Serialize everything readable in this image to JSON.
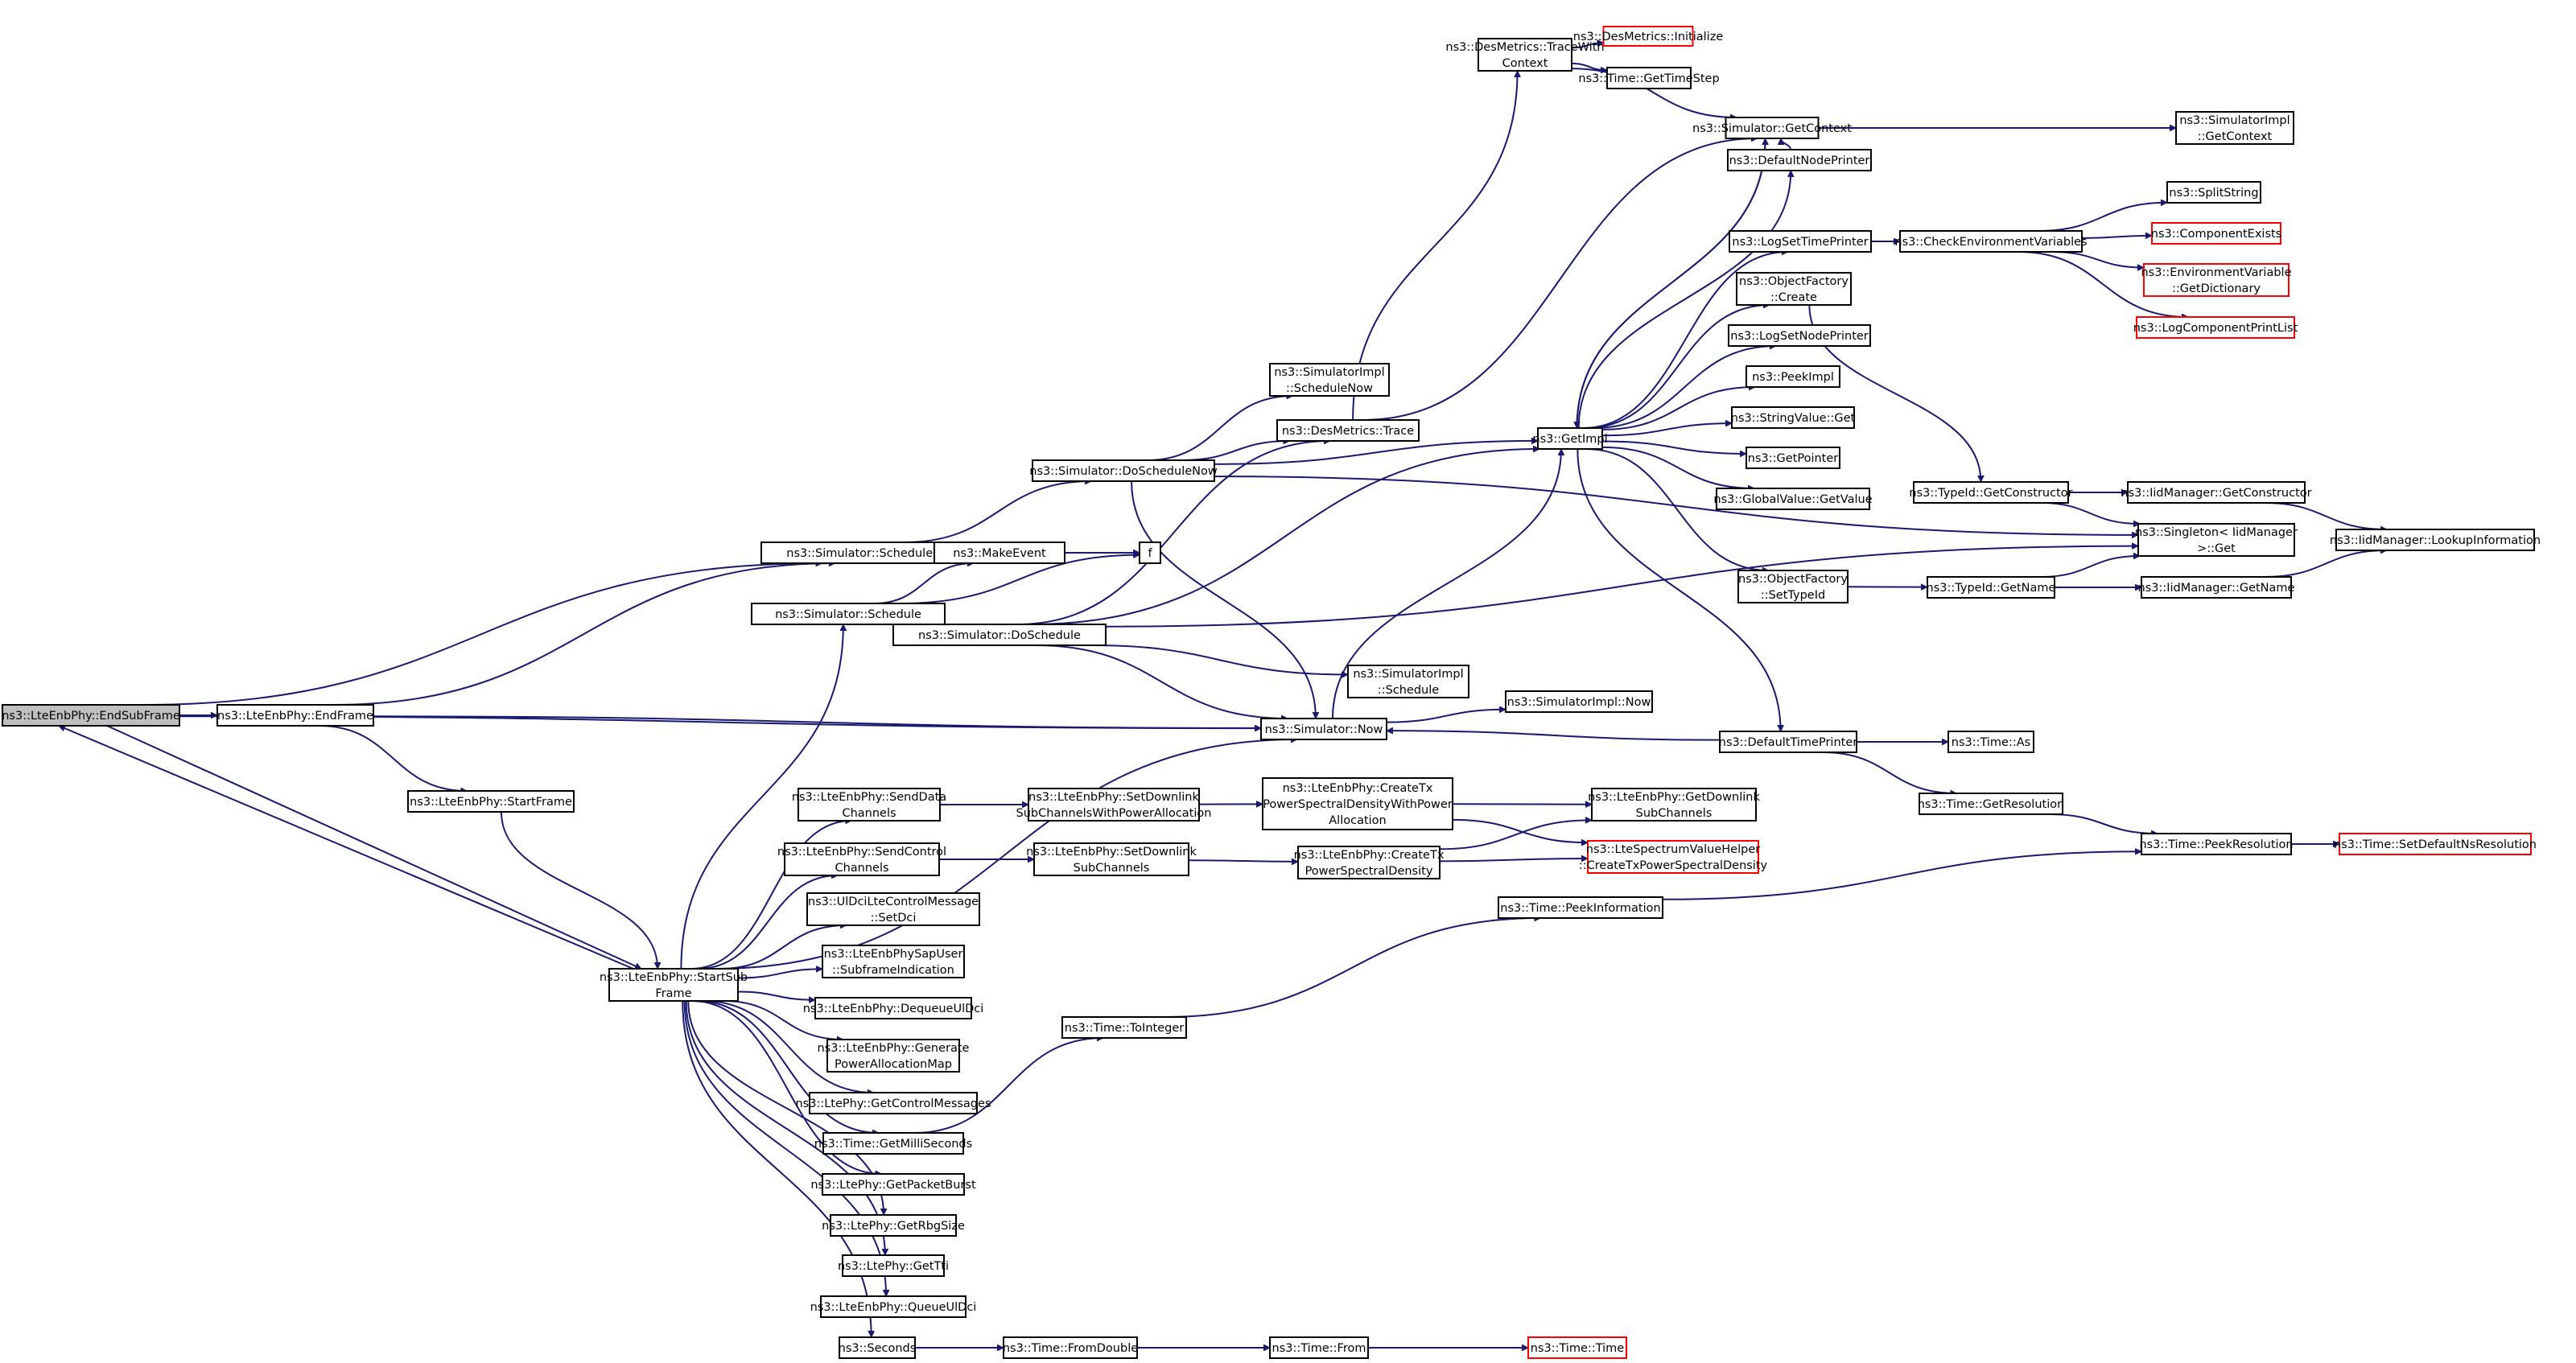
{
  "title": "Call graph for ns3::LteEnbPhy::EndSubFrame",
  "colors": {
    "edge": "#191970",
    "node_border": "#000000",
    "undocumented_border": "#ff0000",
    "root_fill": "#bfbfbf"
  },
  "nodes": [
    {
      "id": "EndSubFrame",
      "lines": [
        "ns3::LteEnbPhy::EndSubFrame"
      ],
      "kind": "root"
    },
    {
      "id": "EndFrame",
      "lines": [
        "ns3::LteEnbPhy::EndFrame"
      ]
    },
    {
      "id": "StartFrame",
      "lines": [
        "ns3::LteEnbPhy::StartFrame"
      ]
    },
    {
      "id": "StartSubFrame",
      "lines": [
        "ns3::LteEnbPhy::StartSub",
        "Frame"
      ]
    },
    {
      "id": "ScheduleNow",
      "lines": [
        "ns3::Simulator::ScheduleNow"
      ]
    },
    {
      "id": "Schedule",
      "lines": [
        "ns3::Simulator::Schedule"
      ]
    },
    {
      "id": "MakeEvent",
      "lines": [
        "ns3::MakeEvent"
      ]
    },
    {
      "id": "f",
      "lines": [
        "f"
      ]
    },
    {
      "id": "DoScheduleNow",
      "lines": [
        "ns3::Simulator::DoScheduleNow"
      ]
    },
    {
      "id": "DoSchedule",
      "lines": [
        "ns3::Simulator::DoSchedule"
      ]
    },
    {
      "id": "SimImplScheduleNow",
      "lines": [
        "ns3::SimulatorImpl",
        "::ScheduleNow"
      ]
    },
    {
      "id": "DesMetricsTrace",
      "lines": [
        "ns3::DesMetrics::Trace"
      ]
    },
    {
      "id": "SimImplSchedule",
      "lines": [
        "ns3::SimulatorImpl",
        "::Schedule"
      ]
    },
    {
      "id": "SimNow",
      "lines": [
        "ns3::Simulator::Now"
      ]
    },
    {
      "id": "SimImplNow",
      "lines": [
        "ns3::SimulatorImpl::Now"
      ]
    },
    {
      "id": "TraceWithContext",
      "lines": [
        "ns3::DesMetrics::TraceWith",
        "Context"
      ]
    },
    {
      "id": "DesInit",
      "lines": [
        "ns3::DesMetrics::Initialize"
      ],
      "kind": "undocumented"
    },
    {
      "id": "GetTimeStep",
      "lines": [
        "ns3::Time::GetTimeStep"
      ]
    },
    {
      "id": "GetContext",
      "lines": [
        "ns3::Simulator::GetContext"
      ]
    },
    {
      "id": "SimImplGetContext",
      "lines": [
        "ns3::SimulatorImpl",
        "::GetContext"
      ]
    },
    {
      "id": "GetImpl",
      "lines": [
        "ns3::GetImpl"
      ]
    },
    {
      "id": "DefaultNodePrinter",
      "lines": [
        "ns3::DefaultNodePrinter"
      ]
    },
    {
      "id": "LogSetTimePrinter",
      "lines": [
        "ns3::LogSetTimePrinter"
      ]
    },
    {
      "id": "ObjFactoryCreate",
      "lines": [
        "ns3::ObjectFactory",
        "::Create"
      ]
    },
    {
      "id": "LogSetNodePrinter",
      "lines": [
        "ns3::LogSetNodePrinter"
      ]
    },
    {
      "id": "PeekImpl",
      "lines": [
        "ns3::PeekImpl"
      ]
    },
    {
      "id": "StringValueGet",
      "lines": [
        "ns3::StringValue::Get"
      ]
    },
    {
      "id": "GetPointer",
      "lines": [
        "ns3::GetPointer"
      ]
    },
    {
      "id": "GlobalValueGetValue",
      "lines": [
        "ns3::GlobalValue::GetValue"
      ]
    },
    {
      "id": "ObjFactorySetTypeId",
      "lines": [
        "ns3::ObjectFactory",
        "::SetTypeId"
      ]
    },
    {
      "id": "DefaultTimePrinter",
      "lines": [
        "ns3::DefaultTimePrinter"
      ]
    },
    {
      "id": "CheckEnv",
      "lines": [
        "ns3::CheckEnvironmentVariables"
      ]
    },
    {
      "id": "SplitString",
      "lines": [
        "ns3::SplitString"
      ]
    },
    {
      "id": "ComponentExists",
      "lines": [
        "ns3::ComponentExists"
      ],
      "kind": "undocumented"
    },
    {
      "id": "EnvGetDictionary",
      "lines": [
        "ns3::EnvironmentVariable",
        "::GetDictionary"
      ],
      "kind": "undocumented"
    },
    {
      "id": "LogComponentPrintList",
      "lines": [
        "ns3::LogComponentPrintList"
      ],
      "kind": "undocumented"
    },
    {
      "id": "TypeIdGetConstructor",
      "lines": [
        "ns3::TypeId::GetConstructor"
      ]
    },
    {
      "id": "IidGetConstructor",
      "lines": [
        "ns3::IidManager::GetConstructor"
      ]
    },
    {
      "id": "SingletonGet",
      "lines": [
        "ns3::Singleton< IidManager",
        ">::Get"
      ]
    },
    {
      "id": "IidLookup",
      "lines": [
        "ns3::IidManager::LookupInformation"
      ]
    },
    {
      "id": "TypeIdGetName",
      "lines": [
        "ns3::TypeId::GetName"
      ]
    },
    {
      "id": "IidGetName",
      "lines": [
        "ns3::IidManager::GetName"
      ]
    },
    {
      "id": "TimeAs",
      "lines": [
        "ns3::Time::As"
      ]
    },
    {
      "id": "GetResolution",
      "lines": [
        "ns3::Time::GetResolution"
      ]
    },
    {
      "id": "PeekResolution",
      "lines": [
        "ns3::Time::PeekResolution"
      ]
    },
    {
      "id": "SetDefaultNsResolution",
      "lines": [
        "ns3::Time::SetDefaultNsResolution"
      ],
      "kind": "undocumented"
    },
    {
      "id": "SendDataChannels",
      "lines": [
        "ns3::LteEnbPhy::SendData",
        "Channels"
      ]
    },
    {
      "id": "SetDLSubChWPA",
      "lines": [
        "ns3::LteEnbPhy::SetDownlink",
        "SubChannelsWithPowerAllocation"
      ]
    },
    {
      "id": "CreateTxPSDWPA",
      "lines": [
        "ns3::LteEnbPhy::CreateTx",
        "PowerSpectralDensityWithPower",
        "Allocation"
      ]
    },
    {
      "id": "GetDLSubCh",
      "lines": [
        "ns3::LteEnbPhy::GetDownlink",
        "SubChannels"
      ]
    },
    {
      "id": "SendControlChannels",
      "lines": [
        "ns3::LteEnbPhy::SendControl",
        "Channels"
      ]
    },
    {
      "id": "SetDLSubCh",
      "lines": [
        "ns3::LteEnbPhy::SetDownlink",
        "SubChannels"
      ]
    },
    {
      "id": "CreateTxPSD",
      "lines": [
        "ns3::LteEnbPhy::CreateTx",
        "PowerSpectralDensity"
      ]
    },
    {
      "id": "LteSVHCreateTxPSD",
      "lines": [
        "ns3::LteSpectrumValueHelper",
        "::CreateTxPowerSpectralDensity"
      ],
      "kind": "undocumented"
    },
    {
      "id": "SetDci",
      "lines": [
        "ns3::UlDciLteControlMessage",
        "::SetDci"
      ]
    },
    {
      "id": "SubframeIndication",
      "lines": [
        "ns3::LteEnbPhySapUser",
        "::SubframeIndication"
      ]
    },
    {
      "id": "DequeueUlDci",
      "lines": [
        "ns3::LteEnbPhy::DequeueUlDci"
      ]
    },
    {
      "id": "GenPowerAllocMap",
      "lines": [
        "ns3::LteEnbPhy::Generate",
        "PowerAllocationMap"
      ]
    },
    {
      "id": "GetControlMessages",
      "lines": [
        "ns3::LtePhy::GetControlMessages"
      ]
    },
    {
      "id": "GetMilliSeconds",
      "lines": [
        "ns3::Time::GetMilliSeconds"
      ]
    },
    {
      "id": "GetPacketBurst",
      "lines": [
        "ns3::LtePhy::GetPacketBurst"
      ]
    },
    {
      "id": "GetRbgSize",
      "lines": [
        "ns3::LtePhy::GetRbgSize"
      ]
    },
    {
      "id": "GetTti",
      "lines": [
        "ns3::LtePhy::GetTti"
      ]
    },
    {
      "id": "QueueUlDci",
      "lines": [
        "ns3::LteEnbPhy::QueueUlDci"
      ]
    },
    {
      "id": "Seconds",
      "lines": [
        "ns3::Seconds"
      ]
    },
    {
      "id": "ToInteger",
      "lines": [
        "ns3::Time::ToInteger"
      ]
    },
    {
      "id": "PeekInformation",
      "lines": [
        "ns3::Time::PeekInformation"
      ]
    },
    {
      "id": "FromDouble",
      "lines": [
        "ns3::Time::FromDouble"
      ]
    },
    {
      "id": "TimeFrom",
      "lines": [
        "ns3::Time::From"
      ]
    },
    {
      "id": "TimeTime",
      "lines": [
        "ns3::Time::Time"
      ],
      "kind": "undocumented"
    }
  ],
  "edges": [
    [
      "EndSubFrame",
      "EndFrame"
    ],
    [
      "EndSubFrame",
      "ScheduleNow"
    ],
    [
      "EndSubFrame",
      "SimNow"
    ],
    [
      "EndSubFrame",
      "StartSubFrame"
    ],
    [
      "EndFrame",
      "ScheduleNow"
    ],
    [
      "EndFrame",
      "SimNow"
    ],
    [
      "EndFrame",
      "StartFrame"
    ],
    [
      "StartFrame",
      "StartSubFrame"
    ],
    [
      "StartSubFrame",
      "EndSubFrame"
    ],
    [
      "StartSubFrame",
      "Schedule"
    ],
    [
      "StartSubFrame",
      "SimNow"
    ],
    [
      "StartSubFrame",
      "SendDataChannels"
    ],
    [
      "StartSubFrame",
      "SendControlChannels"
    ],
    [
      "StartSubFrame",
      "SetDci"
    ],
    [
      "StartSubFrame",
      "SubframeIndication"
    ],
    [
      "StartSubFrame",
      "DequeueUlDci"
    ],
    [
      "StartSubFrame",
      "GenPowerAllocMap"
    ],
    [
      "StartSubFrame",
      "GetControlMessages"
    ],
    [
      "StartSubFrame",
      "GetMilliSeconds"
    ],
    [
      "StartSubFrame",
      "GetPacketBurst"
    ],
    [
      "StartSubFrame",
      "GetRbgSize"
    ],
    [
      "StartSubFrame",
      "GetTti"
    ],
    [
      "StartSubFrame",
      "QueueUlDci"
    ],
    [
      "StartSubFrame",
      "Seconds"
    ],
    [
      "ScheduleNow",
      "DoScheduleNow"
    ],
    [
      "ScheduleNow",
      "MakeEvent"
    ],
    [
      "ScheduleNow",
      "f"
    ],
    [
      "Schedule",
      "MakeEvent"
    ],
    [
      "Schedule",
      "f"
    ],
    [
      "Schedule",
      "DoSchedule"
    ],
    [
      "MakeEvent",
      "f"
    ],
    [
      "DoScheduleNow",
      "SimImplScheduleNow"
    ],
    [
      "DoScheduleNow",
      "DesMetricsTrace"
    ],
    [
      "DoScheduleNow",
      "GetImpl"
    ],
    [
      "DoScheduleNow",
      "SimNow"
    ],
    [
      "DoScheduleNow",
      "SingletonGet"
    ],
    [
      "DoSchedule",
      "DesMetricsTrace"
    ],
    [
      "DoSchedule",
      "GetImpl"
    ],
    [
      "DoSchedule",
      "SingletonGet"
    ],
    [
      "DoSchedule",
      "SimImplSchedule"
    ],
    [
      "DoSchedule",
      "SimNow"
    ],
    [
      "DesMetricsTrace",
      "TraceWithContext"
    ],
    [
      "DesMetricsTrace",
      "GetContext"
    ],
    [
      "TraceWithContext",
      "DesInit"
    ],
    [
      "TraceWithContext",
      "GetTimeStep"
    ],
    [
      "TraceWithContext",
      "GetContext"
    ],
    [
      "GetContext",
      "SimImplGetContext"
    ],
    [
      "GetContext",
      "GetImpl"
    ],
    [
      "SimNow",
      "SimImplNow"
    ],
    [
      "SimNow",
      "GetImpl"
    ],
    [
      "GetImpl",
      "GetContext"
    ],
    [
      "GetImpl",
      "DefaultNodePrinter"
    ],
    [
      "GetImpl",
      "LogSetTimePrinter"
    ],
    [
      "GetImpl",
      "ObjFactoryCreate"
    ],
    [
      "GetImpl",
      "LogSetNodePrinter"
    ],
    [
      "GetImpl",
      "PeekImpl"
    ],
    [
      "GetImpl",
      "StringValueGet"
    ],
    [
      "GetImpl",
      "GetPointer"
    ],
    [
      "GetImpl",
      "GlobalValueGetValue"
    ],
    [
      "GetImpl",
      "ObjFactorySetTypeId"
    ],
    [
      "GetImpl",
      "DefaultTimePrinter"
    ],
    [
      "DefaultNodePrinter",
      "GetContext"
    ],
    [
      "LogSetTimePrinter",
      "CheckEnv"
    ],
    [
      "CheckEnv",
      "SplitString"
    ],
    [
      "CheckEnv",
      "ComponentExists"
    ],
    [
      "CheckEnv",
      "EnvGetDictionary"
    ],
    [
      "CheckEnv",
      "LogComponentPrintList"
    ],
    [
      "ObjFactoryCreate",
      "TypeIdGetConstructor"
    ],
    [
      "TypeIdGetConstructor",
      "IidGetConstructor"
    ],
    [
      "TypeIdGetConstructor",
      "SingletonGet"
    ],
    [
      "IidGetConstructor",
      "IidLookup"
    ],
    [
      "ObjFactorySetTypeId",
      "TypeIdGetName"
    ],
    [
      "TypeIdGetName",
      "SingletonGet"
    ],
    [
      "TypeIdGetName",
      "IidGetName"
    ],
    [
      "IidGetName",
      "IidLookup"
    ],
    [
      "DefaultTimePrinter",
      "SimNow"
    ],
    [
      "DefaultTimePrinter",
      "TimeAs"
    ],
    [
      "DefaultTimePrinter",
      "GetResolution"
    ],
    [
      "GetResolution",
      "PeekResolution"
    ],
    [
      "PeekResolution",
      "SetDefaultNsResolution"
    ],
    [
      "SendDataChannels",
      "SetDLSubChWPA"
    ],
    [
      "SetDLSubChWPA",
      "CreateTxPSDWPA"
    ],
    [
      "CreateTxPSDWPA",
      "GetDLSubCh"
    ],
    [
      "CreateTxPSDWPA",
      "LteSVHCreateTxPSD"
    ],
    [
      "SendControlChannels",
      "SetDLSubCh"
    ],
    [
      "SetDLSubCh",
      "CreateTxPSD"
    ],
    [
      "CreateTxPSD",
      "GetDLSubCh"
    ],
    [
      "CreateTxPSD",
      "LteSVHCreateTxPSD"
    ],
    [
      "GetMilliSeconds",
      "ToInteger"
    ],
    [
      "ToInteger",
      "PeekInformation"
    ],
    [
      "PeekInformation",
      "PeekResolution"
    ],
    [
      "Seconds",
      "FromDouble"
    ],
    [
      "FromDouble",
      "TimeFrom"
    ],
    [
      "TimeFrom",
      "TimeTime"
    ]
  ]
}
